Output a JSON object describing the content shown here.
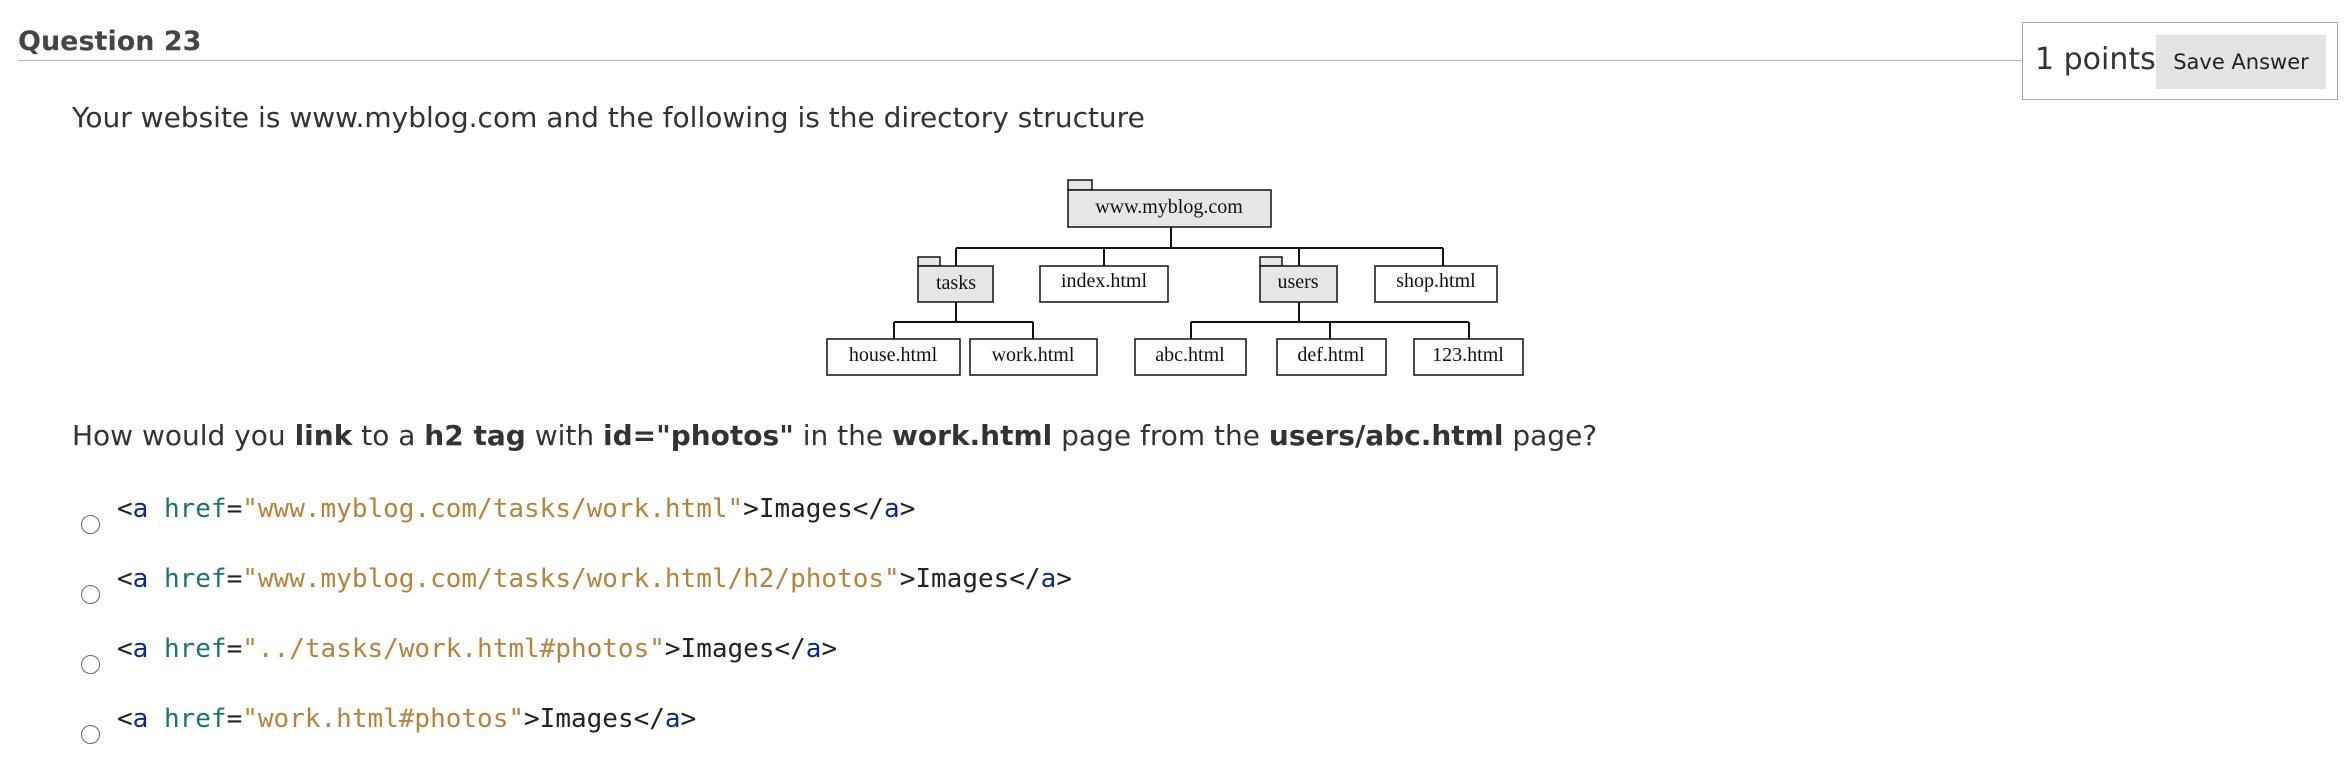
{
  "question": {
    "title": "Question 23",
    "points": "1 points",
    "save_label": "Save Answer",
    "intro": "Your website is www.myblog.com and the following is the directory structure",
    "prompt_parts": [
      {
        "text": "How would you ",
        "bold": false
      },
      {
        "text": "link",
        "bold": true
      },
      {
        "text": " to a ",
        "bold": false
      },
      {
        "text": "h2 tag",
        "bold": true
      },
      {
        "text": " with ",
        "bold": false
      },
      {
        "text": "id=\"photos\"",
        "bold": true
      },
      {
        "text": " in the ",
        "bold": false
      },
      {
        "text": "work.html",
        "bold": true
      },
      {
        "text": " page from the ",
        "bold": false
      },
      {
        "text": "users/abc.html",
        "bold": true
      },
      {
        "text": " page?",
        "bold": false
      }
    ]
  },
  "diagram": {
    "root": "www.myblog.com",
    "level1": [
      "tasks",
      "index.html",
      "users",
      "shop.html"
    ],
    "tasks_children": [
      "house.html",
      "work.html"
    ],
    "users_children": [
      "abc.html",
      "def.html",
      "123.html"
    ]
  },
  "options": [
    {
      "tag_open": "<",
      "tag": "a",
      "attr": " href",
      "eq": "=",
      "value": "\"www.myblog.com/tasks/work.html\"",
      "close": ">",
      "text": "Images",
      "end_open": "</",
      "end_tag": "a",
      "end_close": ">"
    },
    {
      "tag_open": "<",
      "tag": "a",
      "attr": " href",
      "eq": "=",
      "value": "\"www.myblog.com/tasks/work.html/h2/photos\"",
      "close": ">",
      "text": "Images",
      "end_open": "</",
      "end_tag": "a",
      "end_close": ">"
    },
    {
      "tag_open": "<",
      "tag": "a",
      "attr": " href",
      "eq": "=",
      "value": "\"../tasks/work.html#photos\"",
      "close": ">",
      "text": "Images",
      "end_open": "</",
      "end_tag": "a",
      "end_close": ">"
    },
    {
      "tag_open": "<",
      "tag": "a",
      "attr": " href",
      "eq": "=",
      "value": "\"work.html#photos\"",
      "close": ">",
      "text": "Images",
      "end_open": "</",
      "end_tag": "a",
      "end_close": ">"
    }
  ]
}
